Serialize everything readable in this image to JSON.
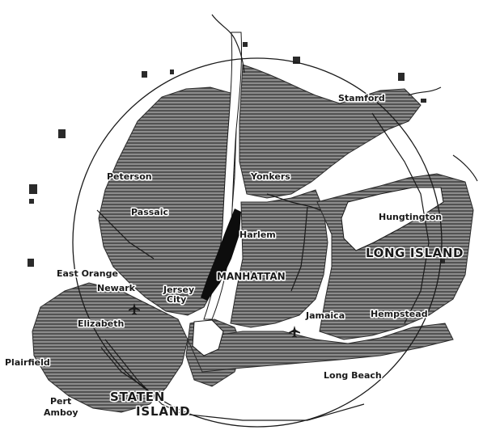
{
  "map": {
    "colors": {
      "ink": "#1a1a1a",
      "land": "#7a7a7a",
      "hatch": "#4a4a4a",
      "water": "#ffffff"
    },
    "labels": {
      "stamford": "Stamford",
      "peterson": "Peterson",
      "yonkers": "Yonkers",
      "passaic": "Passaic",
      "hungtington": "Hungtington",
      "harlem": "Harlem",
      "long_island": "LONG ISLAND",
      "east_orange": "East Orange",
      "manhattan": "MANHATTAN",
      "newark": "Newark",
      "jersey": "Jersey",
      "city": "City",
      "jamaica": "Jamaica",
      "hempstead": "Hempstead",
      "elizabeth": "Elizabeth",
      "plainfield": "Plairfield",
      "long_beach": "Long Beach",
      "pert": "Pert",
      "amboy": "Amboy",
      "staten": "STATEN",
      "island": "ISLAND"
    },
    "icons": [
      "airplane-icon",
      "airplane-icon"
    ]
  }
}
